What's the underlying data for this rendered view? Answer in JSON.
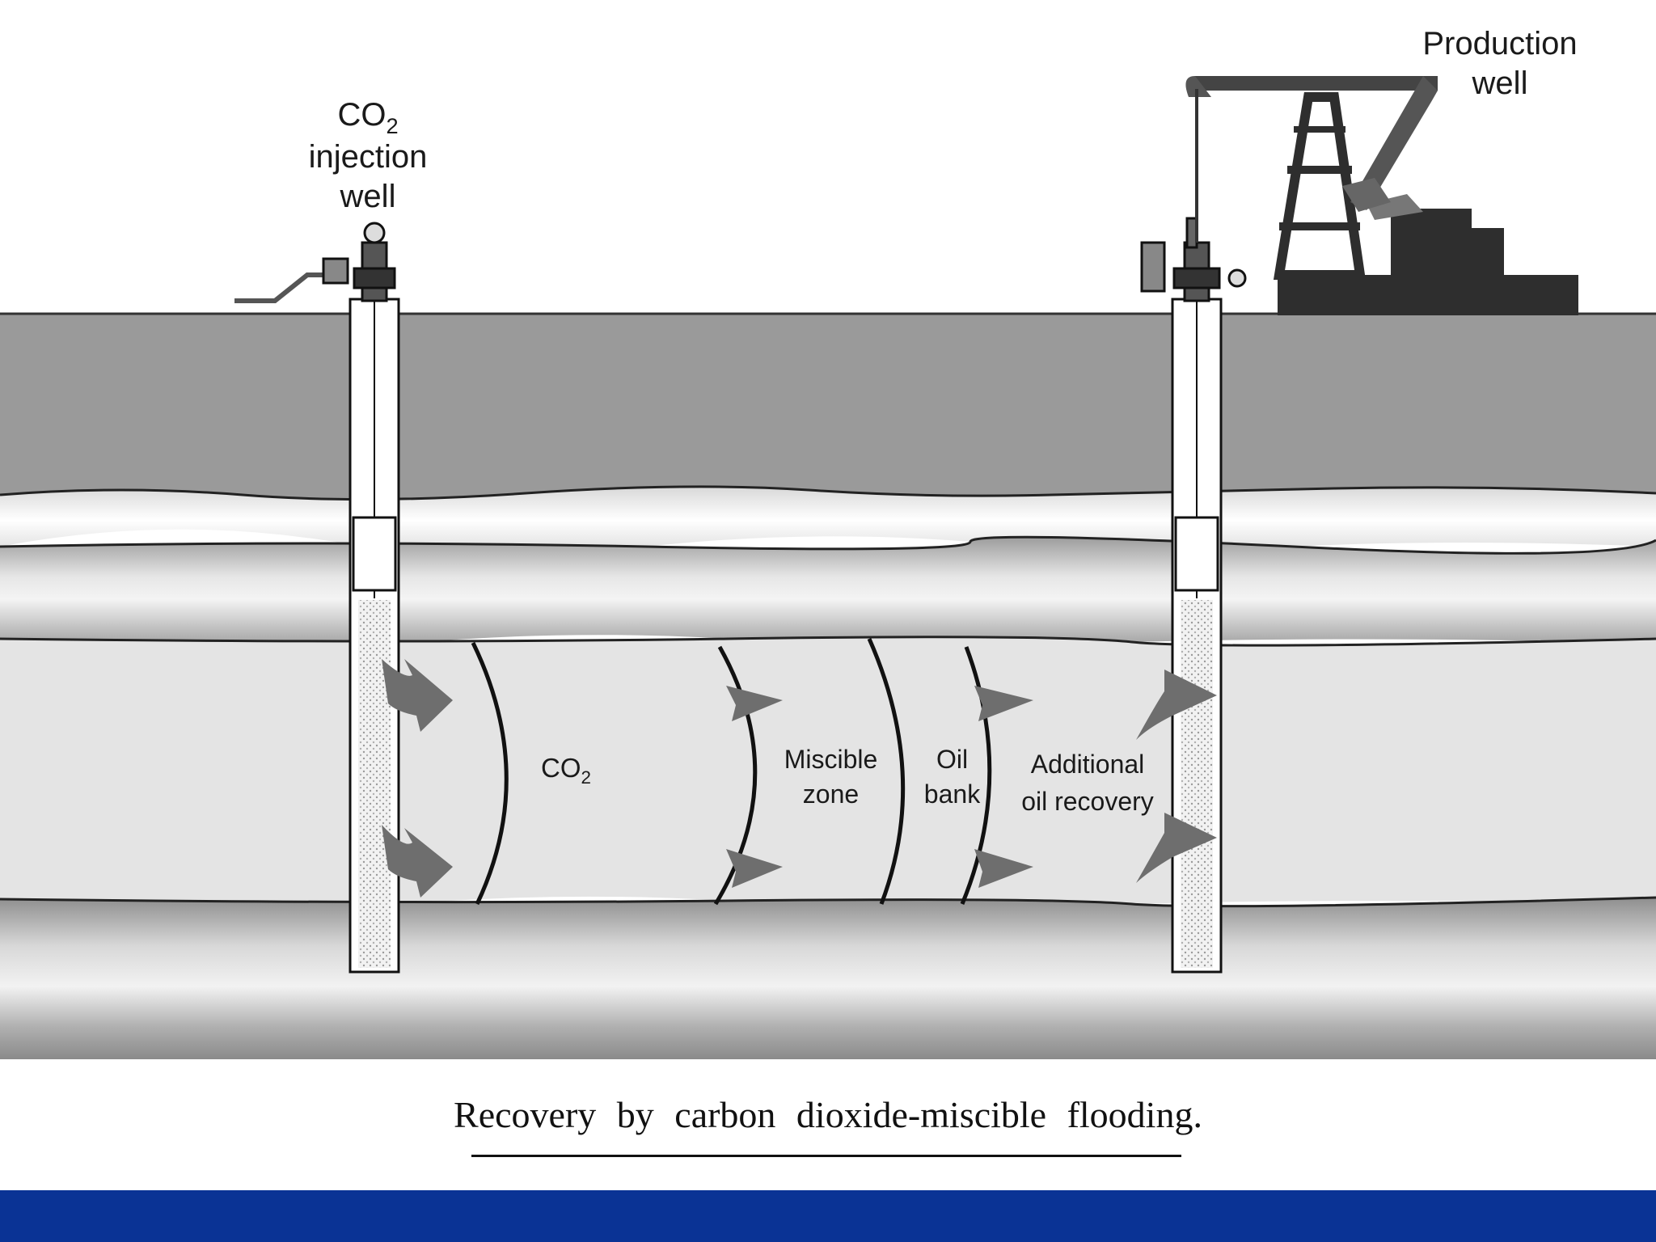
{
  "labels": {
    "injection_well": {
      "line1": "CO",
      "line1_sub": "2",
      "line2": "injection",
      "line3": "well"
    },
    "production_well": {
      "line1": "Production",
      "line2": "well"
    },
    "co2_zone": {
      "text": "CO",
      "sub": "2"
    },
    "miscible_zone": {
      "line1": "Miscible",
      "line2": "zone"
    },
    "oil_bank": {
      "line1": "Oil",
      "line2": "bank"
    },
    "additional_recovery": {
      "line1": "Additional",
      "line2": "oil recovery"
    }
  },
  "caption": "Recovery by carbon dioxide-miscible flooding.",
  "colors": {
    "overburden": "#9a9a9a",
    "reservoir": "#e4e4e4",
    "rock_band": "#c4c4c4",
    "pump": "#2e2e2e",
    "arrow": "#6e6e6e",
    "footer_bar": "#0a3395"
  }
}
